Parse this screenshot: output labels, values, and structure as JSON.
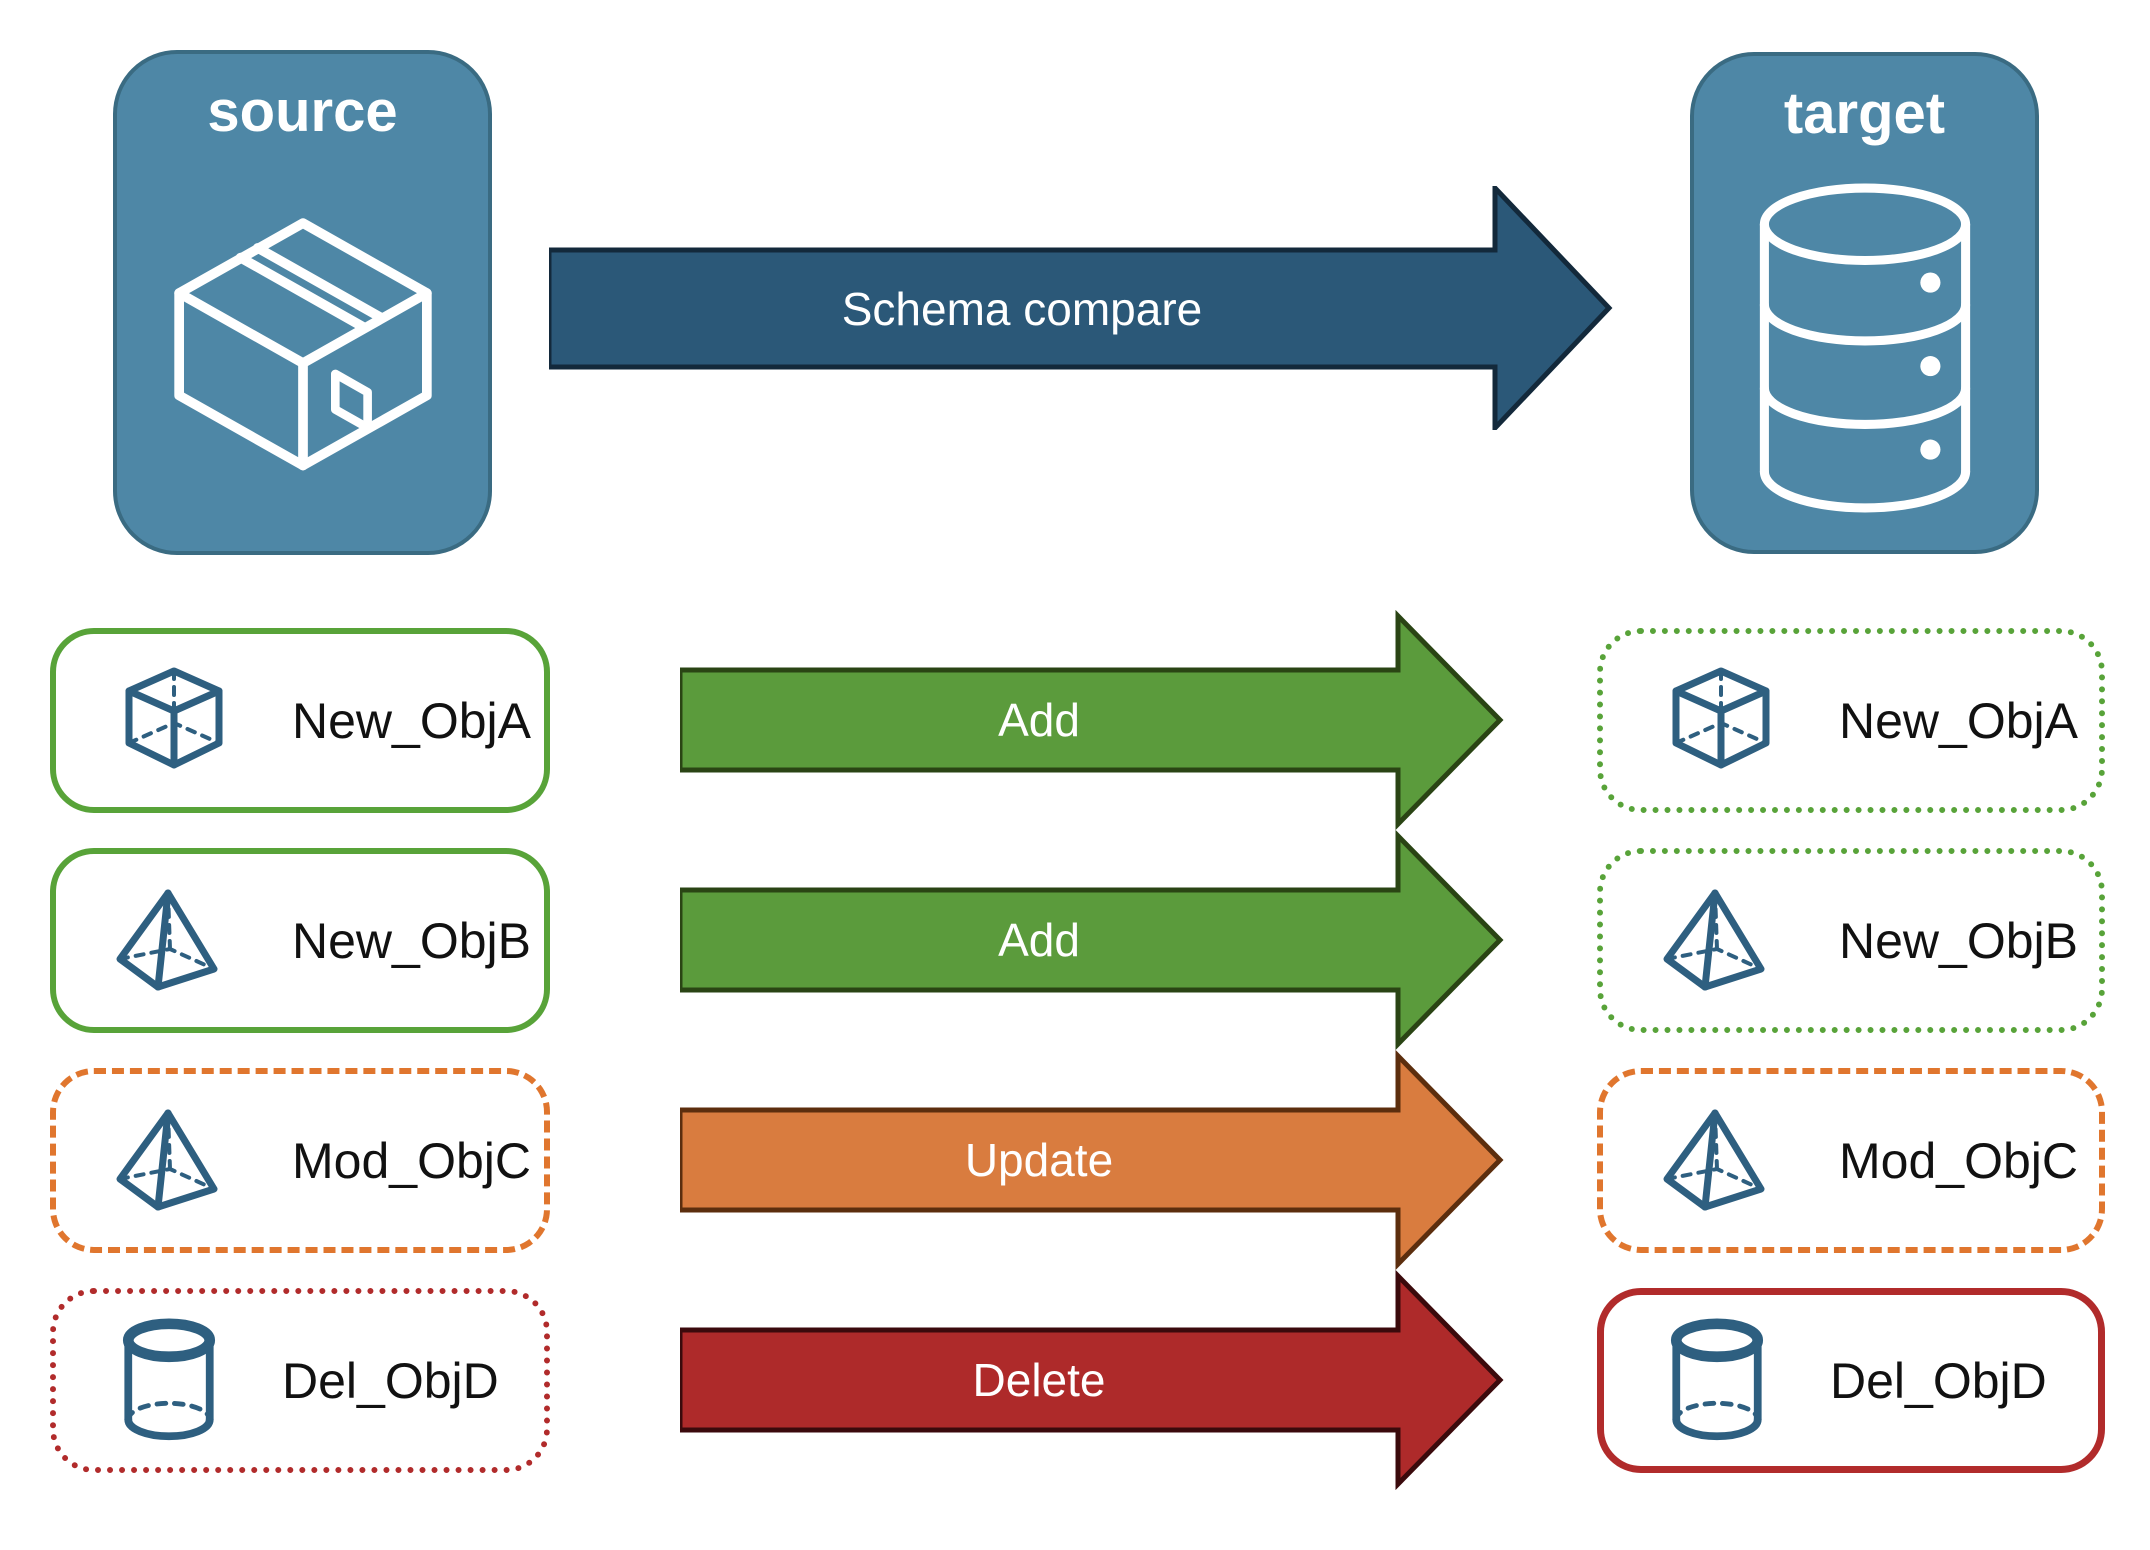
{
  "nodes": {
    "source": {
      "label": "source",
      "icon": "package-icon"
    },
    "target": {
      "label": "target",
      "icon": "database-icon"
    }
  },
  "schema_arrow": {
    "label": "Schema compare"
  },
  "rows": [
    {
      "source_object": "New_ObjA",
      "action": "Add",
      "target_object": "New_ObjA",
      "icon": "cube-icon"
    },
    {
      "source_object": "New_ObjB",
      "action": "Add",
      "target_object": "New_ObjB",
      "icon": "pyramid-icon"
    },
    {
      "source_object": "Mod_ObjC",
      "action": "Update",
      "target_object": "Mod_ObjC",
      "icon": "pyramid-icon"
    },
    {
      "source_object": "Del_ObjD",
      "action": "Delete",
      "target_object": "Del_ObjD",
      "icon": "cylinder-icon"
    }
  ],
  "colors": {
    "node_fill": "#4E87A6",
    "node_border": "#3A6B82",
    "schema_arrow_fill": "#2B5878",
    "schema_arrow_border": "#13293B",
    "add_arrow_fill": "#5B9B3C",
    "add_arrow_border": "#2A4414",
    "update_arrow_fill": "#D97C3F",
    "update_arrow_border": "#5C2E0E",
    "delete_arrow_fill": "#AE2A2A",
    "delete_arrow_border": "#3B0A0C",
    "green_item_border": "#58A339",
    "orange_item_border": "#E0762E",
    "red_item_border": "#B12B2B",
    "object_icon_blue": "#2E5F80",
    "item_label_text": "#111111",
    "arrow_label_text": "#FFFFFF"
  }
}
